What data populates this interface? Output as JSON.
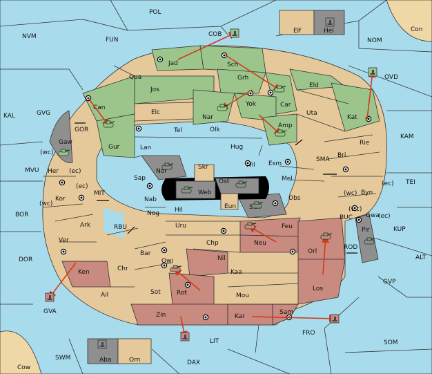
{
  "colors": {
    "sea": "#a8dcec",
    "neutral_land": "#e6c99a",
    "green_power": "#9cc58c",
    "red_power": "#c98a80",
    "gray_power": "#8f8f8f",
    "order_arrow": "#d33a1a"
  },
  "sea_labels": {
    "pol": "POL",
    "nvm": "NVM",
    "fun": "FUN",
    "cob": "COB",
    "nom": "NOM",
    "con": "Con",
    "ovd": "OVD",
    "kal": "KAL",
    "gvg": "GVG",
    "gor": "GOR",
    "kam": "KAM",
    "sma": "SMA",
    "tei": "TEI",
    "mvu": "MVU",
    "mit": "MIT",
    "bor": "BOR",
    "rbu": "RBU",
    "buc": "BUC",
    "kup": "KUP",
    "rod": "ROD",
    "alt": "ALT",
    "dor": "DOR",
    "gvp": "GVP",
    "gva": "GVA",
    "fro": "FRO",
    "lit": "LIT",
    "som": "SOM",
    "swm": "SWM",
    "dax": "DAX",
    "cow": "Cow"
  },
  "land_labels": {
    "elf": "Elf",
    "hel": "Hel",
    "jad": "Jad",
    "sch": "Sch",
    "qua": "Qua",
    "jos": "Jos",
    "grh": "Grh",
    "eld": "Eld",
    "can": "Can",
    "car": "Car",
    "uta": "Uta",
    "yok": "Yok",
    "nar": "Nar",
    "elc": "Elc",
    "kat": "Kat",
    "amp": "Amp",
    "olk": "Olk",
    "tel": "Tel",
    "gaw": "Gaw",
    "gur": "Gur",
    "lan": "Lan",
    "hug": "Hug",
    "rie": "Rie",
    "bri": "Bri",
    "wil": "Wil",
    "esm": "Esm",
    "nor": "Nor",
    "skr": "Skr",
    "her": "Her",
    "sap": "Sap",
    "ost": "Ost",
    "mel": "Mel",
    "web": "Web",
    "byn": "Byn",
    "kor": "Kor",
    "nab": "Nab",
    "obs": "Obs",
    "eun": "Eun",
    "sun": "Sun",
    "hil": "Hil",
    "gwa": "Gwa",
    "ark": "Ark",
    "nog": "Nog",
    "pir": "Pir",
    "uru": "Uru",
    "feu": "Feu",
    "ver": "Ver",
    "neu": "Neu",
    "chp": "Chp",
    "orl": "Orl",
    "bar": "Bar",
    "qwi": "Qwi",
    "nil": "Nil",
    "ken": "Ken",
    "chr": "Chr",
    "kaa": "Kaa",
    "los": "Los",
    "ail": "Ail",
    "sot": "Sot",
    "rot": "Rot",
    "mou": "Mou",
    "zin": "Zin",
    "kar": "Kar",
    "sam": "Sam",
    "aba": "Aba",
    "orn": "Orn"
  },
  "coast_tags": {
    "wc": "(wc)",
    "ec": "(ec)"
  },
  "units": [
    {
      "type": "army",
      "power": "green",
      "at": "Gaw"
    },
    {
      "type": "army",
      "power": "green",
      "at": "Gur"
    },
    {
      "type": "army",
      "power": "green",
      "at": "Nar"
    },
    {
      "type": "army",
      "power": "green",
      "at": "Car"
    },
    {
      "type": "army",
      "power": "green",
      "at": "Amp"
    },
    {
      "type": "army",
      "power": "gray",
      "at": "Nor"
    },
    {
      "type": "army",
      "power": "gray",
      "at": "Web"
    },
    {
      "type": "army",
      "power": "gray",
      "at": "Ost"
    },
    {
      "type": "army",
      "power": "gray",
      "at": "Sun"
    },
    {
      "type": "army",
      "power": "gray",
      "at": "Pir"
    },
    {
      "type": "army",
      "power": "red",
      "at": "Feu"
    },
    {
      "type": "army",
      "power": "red",
      "at": "Orl"
    },
    {
      "type": "army",
      "power": "red",
      "at": "Qwi"
    },
    {
      "type": "fleet",
      "power": "green",
      "at": "COB"
    },
    {
      "type": "fleet",
      "power": "green",
      "at": "OVD"
    },
    {
      "type": "fleet",
      "power": "gray",
      "at": "Hel"
    },
    {
      "type": "fleet",
      "power": "red",
      "at": "GVA"
    },
    {
      "type": "fleet",
      "power": "red",
      "at": "LIT"
    },
    {
      "type": "fleet",
      "power": "red",
      "at": "FRO"
    },
    {
      "type": "fleet",
      "power": "gray",
      "at": "Aba"
    }
  ],
  "orders": [
    {
      "from": "Jad",
      "to": "COB"
    },
    {
      "from": "Sch",
      "to": "Car"
    },
    {
      "from": "Grh",
      "to": "Nar"
    },
    {
      "from": "Can",
      "to": "Gur"
    },
    {
      "from": "Yok",
      "to": "Amp"
    },
    {
      "from": "Kat",
      "to": "OVD"
    },
    {
      "from": "Ken",
      "to": "GVA"
    },
    {
      "from": "Zin",
      "to": "LIT"
    },
    {
      "from": "Kar",
      "to": "FRO"
    },
    {
      "from": "Los",
      "to": "Orl"
    },
    {
      "from": "Neu",
      "to": "Feu"
    },
    {
      "from": "Rot",
      "to": "Qwi"
    }
  ]
}
